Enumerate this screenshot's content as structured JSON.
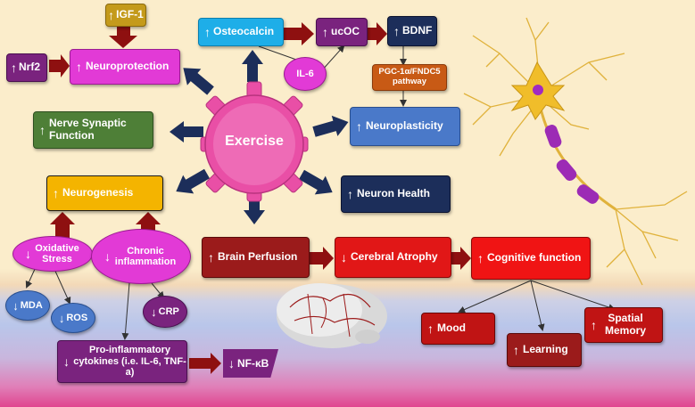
{
  "center": {
    "label": "Exercise"
  },
  "nodes": {
    "igf1": {
      "arrow": "↑",
      "label": "IGF-1"
    },
    "nrf2": {
      "arrow": "↑",
      "label": "Nrf2"
    },
    "neuroprotection": {
      "arrow": "↑",
      "label": "Neuroprotection"
    },
    "osteocalcin": {
      "arrow": "↑",
      "label": "Osteocalcin"
    },
    "ucoc": {
      "arrow": "↑",
      "label": "ucOC"
    },
    "bdnf": {
      "arrow": "↑",
      "label": "BDNF"
    },
    "il6": {
      "label": "IL-6"
    },
    "pgc": {
      "label": "PGC-1α/FNDC5 pathway"
    },
    "synaptic": {
      "arrow": "↑",
      "label": "Nerve Synaptic Function"
    },
    "neuroplasticity": {
      "arrow": "↑",
      "label": "Neuroplasticity"
    },
    "neurogenesis": {
      "arrow": "↑",
      "label": "Neurogenesis"
    },
    "neuron_health": {
      "arrow": "↑",
      "label": "Neuron Health"
    },
    "oxidative": {
      "arrow": "↓",
      "label": "Oxidative Stress"
    },
    "chronic": {
      "arrow": "↓",
      "label": "Chronic inflammation"
    },
    "mda": {
      "arrow": "↓",
      "label": "MDA"
    },
    "ros": {
      "arrow": "↓",
      "label": "ROS"
    },
    "crp": {
      "arrow": "↓",
      "label": "CRP"
    },
    "cytokines": {
      "arrow": "↓",
      "label": "Pro-inflammatory cytokines (i.e. IL-6, TNF-a)"
    },
    "nfkb": {
      "arrow": "↓",
      "label": "NF-κB"
    },
    "perfusion": {
      "arrow": "↑",
      "label": "Brain Perfusion"
    },
    "atrophy": {
      "arrow": "↓",
      "label": "Cerebral Atrophy"
    },
    "cognitive": {
      "arrow": "↑",
      "label": "Cognitive function"
    },
    "mood": {
      "arrow": "↑",
      "label": "Mood"
    },
    "learning": {
      "arrow": "↑",
      "label": "Learning"
    },
    "spatial": {
      "arrow": "↑",
      "label": "Spatial Memory"
    }
  },
  "colors": {
    "navy_arrow": "#1c2e5a",
    "dark_red_arrow": "#8e1010",
    "gear": "#e94fa6",
    "magenta": "#e23ad6",
    "cyan": "#1eaee8",
    "purple": "#7a237e",
    "blue": "#4a79c9",
    "green": "#4e7f37",
    "yellow": "#f4b400",
    "red": "#e11717",
    "dark_red": "#9b1b1b",
    "navy": "#1c2e5a"
  }
}
